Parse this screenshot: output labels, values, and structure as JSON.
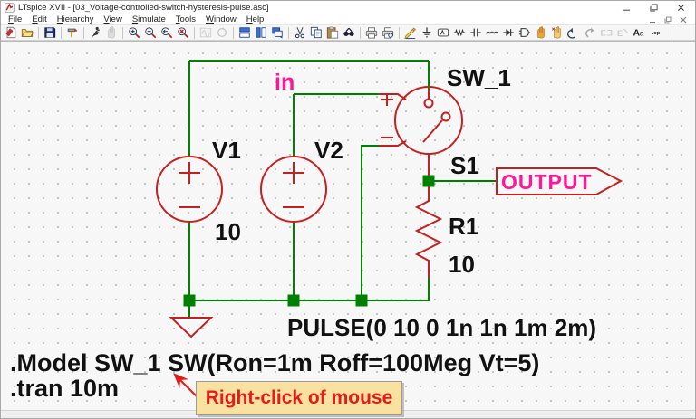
{
  "window": {
    "title": "LTspice XVII - [03_Voltage-controlled-switch-hysteresis-pulse.asc]",
    "controls": {
      "minimize": "minimize",
      "maximize": "maximize",
      "close": "close"
    }
  },
  "menu": {
    "items": [
      "File",
      "Edit",
      "Hierarchy",
      "View",
      "Simulate",
      "Tools",
      "Window",
      "Help"
    ]
  },
  "mdi_controls": {
    "minimize": "minimize-child",
    "restore": "restore-child",
    "close": "close-child"
  },
  "toolbar": {
    "items": [
      {
        "name": "new-schematic",
        "enabled": true,
        "sep": false
      },
      {
        "name": "open-file",
        "enabled": true,
        "sep": true
      },
      {
        "name": "save",
        "enabled": true,
        "sep": true
      },
      {
        "name": "control-panel",
        "enabled": true,
        "sep": true
      },
      {
        "name": "run",
        "enabled": true,
        "sep": false
      },
      {
        "name": "halt",
        "enabled": false,
        "sep": true
      },
      {
        "name": "zoom-in",
        "enabled": true,
        "sep": false
      },
      {
        "name": "zoom-out",
        "enabled": true,
        "sep": false
      },
      {
        "name": "zoom-back",
        "enabled": true,
        "sep": false
      },
      {
        "name": "zoom-full",
        "enabled": true,
        "sep": true
      },
      {
        "name": "waveform-viewer",
        "enabled": false,
        "sep": false
      },
      {
        "name": "autorange",
        "enabled": false,
        "sep": true
      },
      {
        "name": "tile-vertical",
        "enabled": true,
        "sep": false
      },
      {
        "name": "tile-horizontal",
        "enabled": true,
        "sep": false
      },
      {
        "name": "cascade-windows",
        "enabled": true,
        "sep": true
      },
      {
        "name": "cut",
        "enabled": true,
        "sep": false
      },
      {
        "name": "copy",
        "enabled": true,
        "sep": false
      },
      {
        "name": "paste",
        "enabled": true,
        "sep": false
      },
      {
        "name": "find",
        "enabled": true,
        "sep": true
      },
      {
        "name": "print",
        "enabled": true,
        "sep": false
      },
      {
        "name": "print-preview",
        "enabled": true,
        "sep": true
      },
      {
        "name": "draw-wire",
        "enabled": true,
        "sep": false
      },
      {
        "name": "place-ground",
        "enabled": true,
        "sep": false
      },
      {
        "name": "label-net",
        "enabled": true,
        "sep": false
      },
      {
        "name": "place-resistor",
        "enabled": true,
        "sep": false
      },
      {
        "name": "place-capacitor",
        "enabled": true,
        "sep": false
      },
      {
        "name": "place-inductor",
        "enabled": true,
        "sep": false
      },
      {
        "name": "place-diode",
        "enabled": true,
        "sep": false
      },
      {
        "name": "place-component",
        "enabled": true,
        "sep": false
      },
      {
        "name": "move",
        "enabled": true,
        "sep": false
      },
      {
        "name": "drag",
        "enabled": true,
        "sep": false
      },
      {
        "name": "undo",
        "enabled": true,
        "sep": false
      },
      {
        "name": "redo",
        "enabled": false,
        "sep": false
      },
      {
        "name": "mirror",
        "enabled": false,
        "sep": false
      },
      {
        "name": "rotate",
        "enabled": false,
        "sep": false
      },
      {
        "name": "place-text",
        "enabled": true,
        "sep": false
      },
      {
        "name": "spice-directive",
        "enabled": true,
        "sep": false
      }
    ]
  },
  "schematic": {
    "components": {
      "v1": {
        "name": "V1",
        "value": "10"
      },
      "v2": {
        "name": "V2",
        "value": "PULSE(0 10 0 1n 1n 1m 2m)"
      },
      "sw": {
        "name": "SW_1",
        "instance": "S1",
        "plus": "+",
        "minus": "−"
      },
      "r1": {
        "name": "R1",
        "value": "10"
      }
    },
    "net_labels": {
      "input": "in",
      "output": "OUTPUT"
    },
    "directives": {
      "model": ".Model SW_1 SW(Ron=1m Roff=100Meg Vt=5)",
      "tran": ".tran 10m"
    }
  },
  "annotation": {
    "text": "Right-click of mouse"
  },
  "colors": {
    "wire_green": "#008000",
    "component_red": "#C22121",
    "net_label_magenta": "#FF1796",
    "schematic_text": "#111111",
    "annotation_bg": "#F9E2A0",
    "annotation_text": "#E31B1B",
    "canvas_bg": "#F7F7F7"
  }
}
